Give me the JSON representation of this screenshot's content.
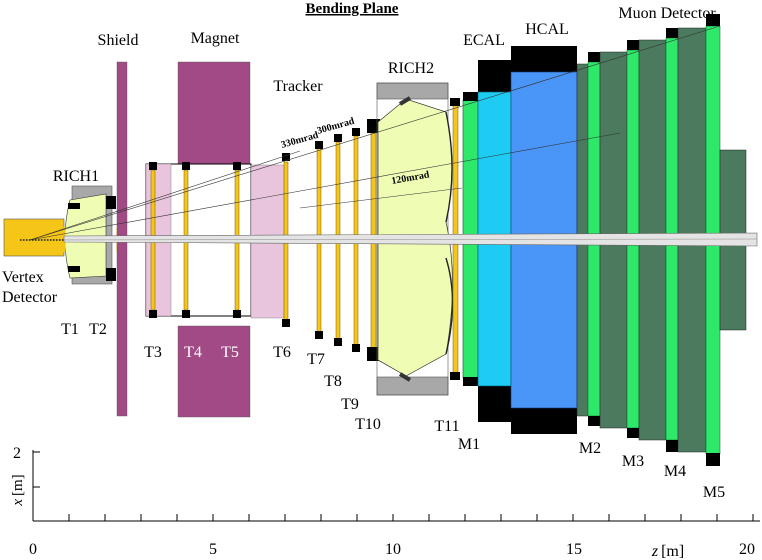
{
  "title": "Bending Plane",
  "components": {
    "vertex_detector": [
      "Vertex",
      "Detector"
    ],
    "rich1": "RICH1",
    "shield": "Shield",
    "magnet": "Magnet",
    "tracker": "Tracker",
    "rich2": "RICH2",
    "ecal": "ECAL",
    "hcal": "HCAL",
    "muon_detector": "Muon Detector"
  },
  "stations": {
    "t1": "T1",
    "t2": "T2",
    "t3": "T3",
    "t4": "T4",
    "t5": "T5",
    "t6": "T6",
    "t7": "T7",
    "t8": "T8",
    "t9": "T9",
    "t10": "T10",
    "t11": "T11",
    "m1": "M1",
    "m2": "M2",
    "m3": "M3",
    "m4": "M4",
    "m5": "M5"
  },
  "angles": {
    "a330": "330mrad",
    "a300": "300mrad",
    "a120": "120mrad"
  },
  "axes": {
    "x_label": "x",
    "x_unit": "[m]",
    "x_tick_top": "2",
    "z_label": "z",
    "z_unit": "[m]",
    "z_ticks": [
      "0",
      "5",
      "10",
      "15",
      "20"
    ]
  },
  "colors": {
    "yellow": "#f5c518",
    "pale_green": "#eefcb4",
    "purple": "#a24a86",
    "pink": "#e8c4dd",
    "gray": "#a8a8a8",
    "bright_green": "#2ee86a",
    "cyan": "#1ecbf2",
    "blue": "#4a96f8",
    "dark_green": "#4b7a5e",
    "black": "#000000"
  }
}
